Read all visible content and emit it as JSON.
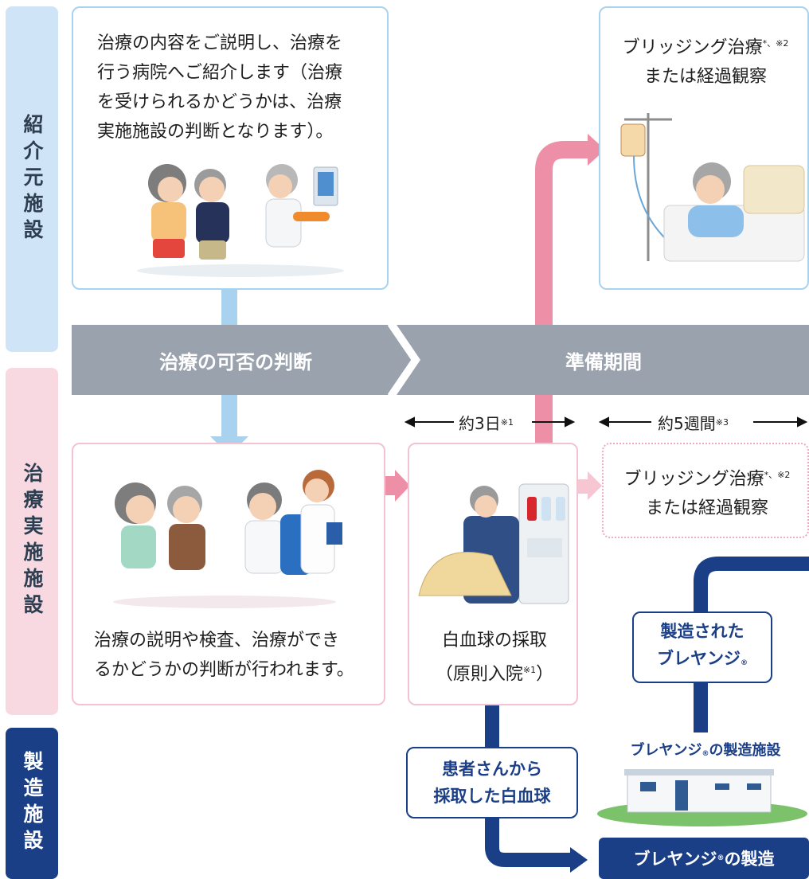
{
  "side_labels": {
    "referring": "紹介元施設",
    "treating": "治療実施施設",
    "manufacturing": "製造施設"
  },
  "phases": {
    "decision": "治療の可否の判断",
    "preparation": "準備期間"
  },
  "durations": {
    "collection": "約3日",
    "collection_note": "※1",
    "manufacture": "約5週間",
    "manufacture_note": "※3"
  },
  "boxes": {
    "referral_text": [
      "治療の内容をご説明し、治療を",
      "行う病院へご紹介します（治療",
      "を受けられるかどうかは、治療",
      "実施施設の判断となります）。"
    ],
    "bridging_top_line1": "ブリッジング治療",
    "bridging_top_note": "*、※2",
    "bridging_top_line2": "または経過観察",
    "explanation_text": [
      "治療の説明や検査、治療ができ",
      "るかどうかの判断が行われます。"
    ],
    "collection_line1": "白血球の採取",
    "collection_line2": "（原則入院",
    "collection_note": "※1",
    "collection_close": "）",
    "bridging_mid_line1": "ブリッジング治療",
    "bridging_mid_note": "*、※2",
    "bridging_mid_line2": "または経過観察"
  },
  "manufacturing": {
    "manufactured_line1": "製造された",
    "manufactured_line2": "ブレヤンジ",
    "facility_label_a": "ブレヤンジ",
    "facility_label_b": "の製造施設",
    "collected_line1": "患者さんから",
    "collected_line2": "採取した白血球",
    "production_a": "ブレヤンジ",
    "production_b": "の製造",
    "registered_mark": "®"
  },
  "colors": {
    "blue_arrow": "#a9d2ee",
    "pink_arrow": "#ee8fa8",
    "navy": "#1b3f86",
    "band_grey": "#9aa2ad"
  }
}
